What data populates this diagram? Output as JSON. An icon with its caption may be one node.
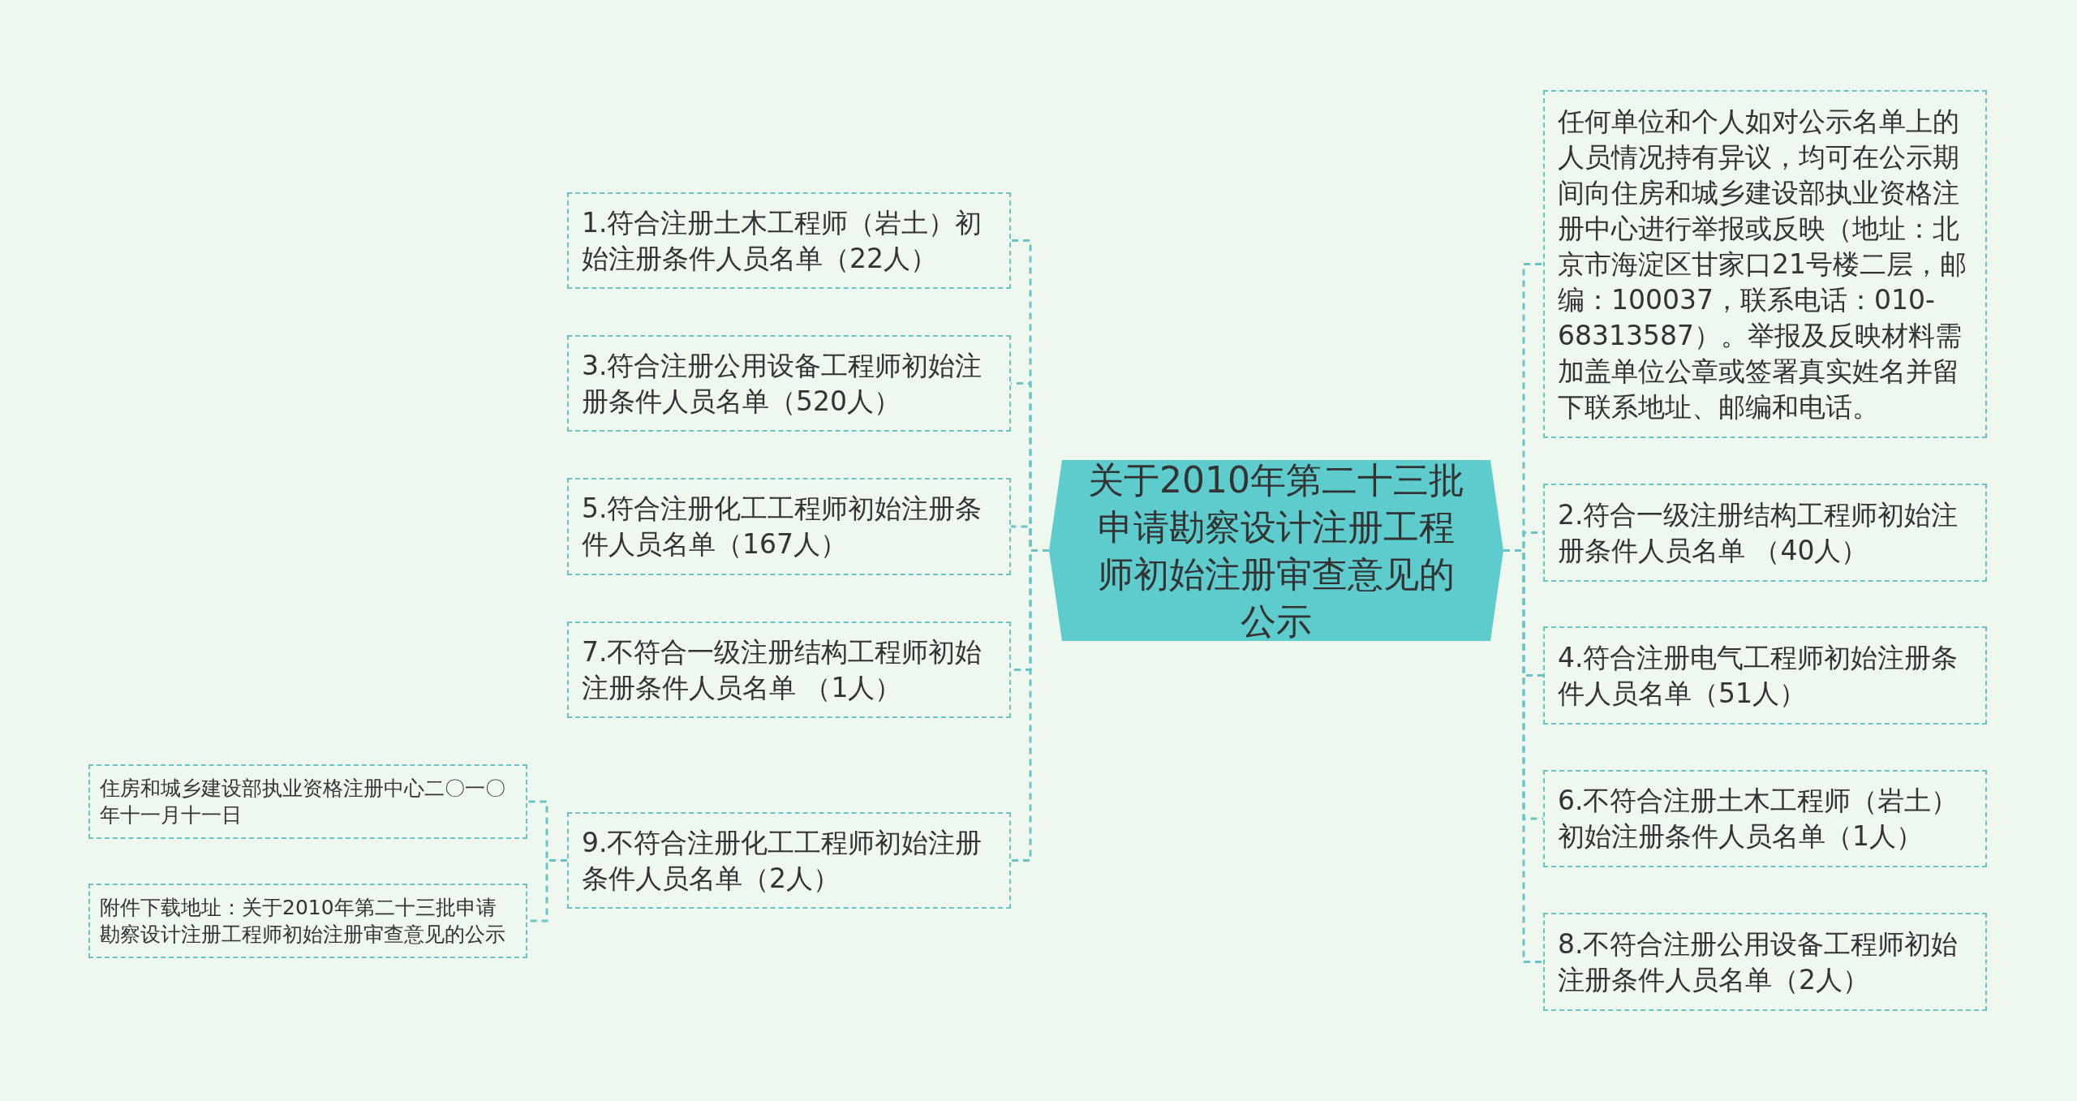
{
  "diagram": {
    "nodes": [
      {
        "text": [
          "关于2010年第二十三批申请勘察设计注册工程师初始注册审查意见的公示"
        ]
      },
      {
        "text": [
          "1.符合注册土木工程师（岩土）初始注册条件人员名单（22人）"
        ]
      },
      {
        "text": [
          "3.符合注册公用设备工程师初始注册条件人员名单（520人）"
        ]
      },
      {
        "text": [
          "5.符合注册化工工程师初始注册条件人员名单（167人）"
        ]
      },
      {
        "text": [
          "7.不符合一级注册结构工程师初始注册条件人员名单 （1人）"
        ]
      },
      {
        "text": [
          "9.不符合注册化工工程师初始注册条件人员名单（2人）"
        ]
      },
      {
        "text": [
          "任何单位和个人如对公示名单上的人员情况持有异议，均可在公示期间向住房和城乡建设部执业资格注册中心进行举报或反映（地址：北京市海淀区甘家口21号楼二层，邮编：100037，联系电话：010-68313587）。举报及反映材料需加盖单位公章或签署真实姓名并留下联系地址、邮编和电话。"
        ]
      },
      {
        "text": [
          "2.符合一级注册结构工程师初始注册条件人员名单 （40人）"
        ]
      },
      {
        "text": [
          "4.符合注册电气工程师初始注册条件人员名单（51人）"
        ]
      },
      {
        "text": [
          "6.不符合注册土木工程师（岩土）初始注册条件人员名单（1人）"
        ]
      },
      {
        "text": [
          "8.不符合注册公用设备工程师初始注册条件人员名单（2人）"
        ]
      },
      {
        "text": [
          "住房和城乡建设部执业资格注册中心二〇一〇年十一月十一日"
        ]
      },
      {
        "text": [
          "附件下载地址：关于2010年第二十三批申请勘察设计注册工程师初始注册审查意见的公示"
        ]
      }
    ],
    "edges": [
      {
        "from": 0,
        "to": 1,
        "arrow": "none"
      },
      {
        "from": 0,
        "to": 2,
        "arrow": "none"
      },
      {
        "from": 0,
        "to": 3,
        "arrow": "none"
      },
      {
        "from": 0,
        "to": 4,
        "arrow": "none"
      },
      {
        "from": 0,
        "to": 5,
        "arrow": "none"
      },
      {
        "from": 0,
        "to": 6,
        "arrow": "none"
      },
      {
        "from": 0,
        "to": 7,
        "arrow": "none"
      },
      {
        "from": 0,
        "to": 8,
        "arrow": "none"
      },
      {
        "from": 0,
        "to": 9,
        "arrow": "none"
      },
      {
        "from": 0,
        "to": 10,
        "arrow": "none"
      },
      {
        "from": 5,
        "to": 11,
        "arrow": "none"
      },
      {
        "from": 5,
        "to": 12,
        "arrow": "none"
      }
    ]
  }
}
